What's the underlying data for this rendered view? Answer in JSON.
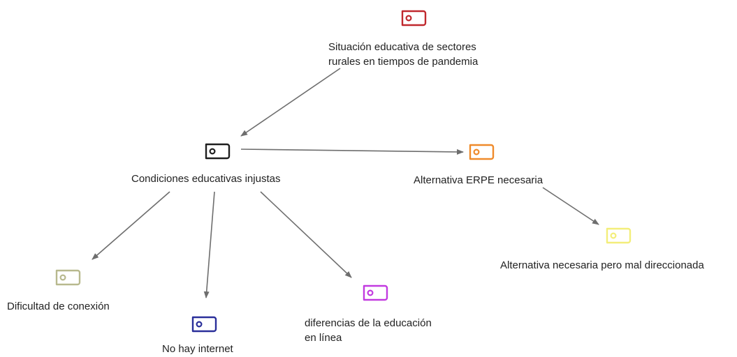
{
  "diagram": {
    "nodes": [
      {
        "id": "situacion",
        "lines": [
          "Situación educativa de sectores",
          "rurales en tiempos de pandemia"
        ],
        "color": "#c0282d",
        "icon": "code-tag-icon"
      },
      {
        "id": "condiciones",
        "lines": [
          "Condiciones educativas injustas"
        ],
        "color": "#1e1e1e",
        "icon": "code-tag-icon"
      },
      {
        "id": "alternativa-erpe",
        "lines": [
          "Alternativa ERPE necesaria"
        ],
        "color": "#ef8a2a",
        "icon": "code-tag-icon"
      },
      {
        "id": "alternativa-mal",
        "lines": [
          "Alternativa necesaria pero mal direccionada"
        ],
        "color": "#f3ee7a",
        "icon": "code-tag-icon"
      },
      {
        "id": "dificultad",
        "lines": [
          "Dificultad de conexión"
        ],
        "color": "#b8b98e",
        "icon": "code-tag-icon"
      },
      {
        "id": "no-internet",
        "lines": [
          "No hay internet"
        ],
        "color": "#2a2f9a",
        "icon": "code-tag-icon"
      },
      {
        "id": "diferencias",
        "lines": [
          "diferencias de la educación",
          "en línea"
        ],
        "color": "#c23ae0",
        "icon": "code-tag-icon"
      }
    ],
    "edges": [
      {
        "from": "situacion",
        "to": "condiciones"
      },
      {
        "from": "condiciones",
        "to": "alternativa-erpe"
      },
      {
        "from": "alternativa-erpe",
        "to": "alternativa-mal"
      },
      {
        "from": "condiciones",
        "to": "dificultad"
      },
      {
        "from": "condiciones",
        "to": "no-internet"
      },
      {
        "from": "condiciones",
        "to": "diferencias"
      }
    ],
    "edge_color": "#6e6e6e"
  }
}
